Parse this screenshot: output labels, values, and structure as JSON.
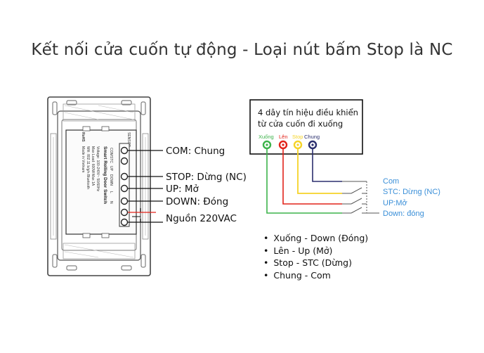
{
  "title": "Kết nối cửa cuốn tự động - Loại nút bấm Stop là NC",
  "device": {
    "name": "Smart Rolling Door Switch",
    "specs": [
      "Voltage: 100-240V~ 50/60Hz",
      "Max Load: 600W  Max 1A",
      "Wifi: 802.11 b/g/n  Bluetooth",
      "Made in Vietnam"
    ],
    "terminal_labels": [
      "COM",
      "STC",
      "UP",
      "DOWN",
      "L",
      "N"
    ],
    "brand": "RoHS",
    "sensor": "SENSOR"
  },
  "left_labels": {
    "com": "COM: Chung",
    "stop": "STOP: Dừng (NC)",
    "up": "UP: Mở",
    "down": "DOWN: Đóng",
    "power": "Nguồn 220VAC"
  },
  "box": {
    "line1": "4 dây tín hiệu điều khiển",
    "line2": "từ cửa cuốn đi xuống"
  },
  "wires": [
    {
      "label": "Xuống",
      "color": "#3cb34a"
    },
    {
      "label": "Lên",
      "color": "#e2231a"
    },
    {
      "label": "Stop",
      "color": "#f5d327"
    },
    {
      "label": "Chung",
      "color": "#2b2f6e"
    }
  ],
  "switch_labels": {
    "com": "Com",
    "stc": "STC: Dừng (NC)",
    "up": "UP:Mở",
    "down": "Down: đóng"
  },
  "legend": [
    "Xuống - Down (Đóng)",
    "Lên - Up (Mở)",
    "Stop - STC (Dừng)",
    "Chung - Com"
  ]
}
